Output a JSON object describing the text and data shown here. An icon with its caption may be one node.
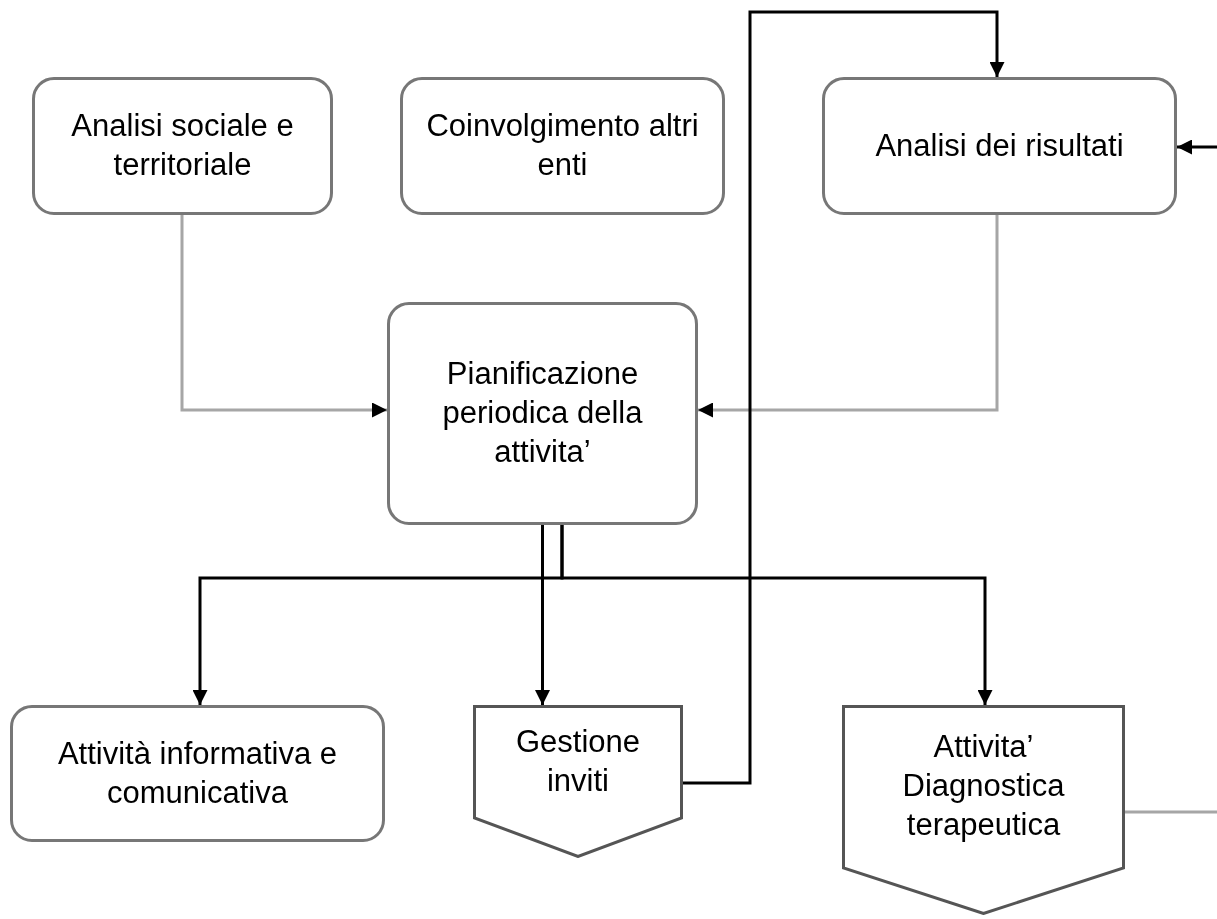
{
  "diagram": {
    "nodes": [
      {
        "text": [
          "Analisi sociale e territoriale"
        ]
      },
      {
        "text": [
          "Coinvolgimento altri enti"
        ]
      },
      {
        "text": [
          "Analisi dei risultati"
        ]
      },
      {
        "text": [
          "Pianificazione periodica della attivita’"
        ]
      },
      {
        "text": [
          "Attività informativa e comunicativa"
        ]
      },
      {
        "text": [
          "Gestione inviti"
        ]
      },
      {
        "text": [
          "Attivita’ Diagnostica terapeutica"
        ]
      }
    ],
    "edges": [
      {
        "from": 0,
        "to": 3,
        "arrow": "to",
        "color": "#a6a6a6"
      },
      {
        "from": 2,
        "to": 3,
        "arrow": "to",
        "color": "#a6a6a6"
      },
      {
        "from": 3,
        "to": 4,
        "arrow": "to"
      },
      {
        "from": 3,
        "to": 5,
        "arrow": "to"
      },
      {
        "from": 3,
        "to": 6,
        "arrow": "to"
      },
      {
        "from": 5,
        "to": 2,
        "arrow": "to"
      },
      {
        "from": null,
        "to": 2,
        "arrow": "to"
      },
      {
        "from": 6,
        "to": null,
        "arrow": "none",
        "color": "#a6a6a6"
      }
    ]
  }
}
